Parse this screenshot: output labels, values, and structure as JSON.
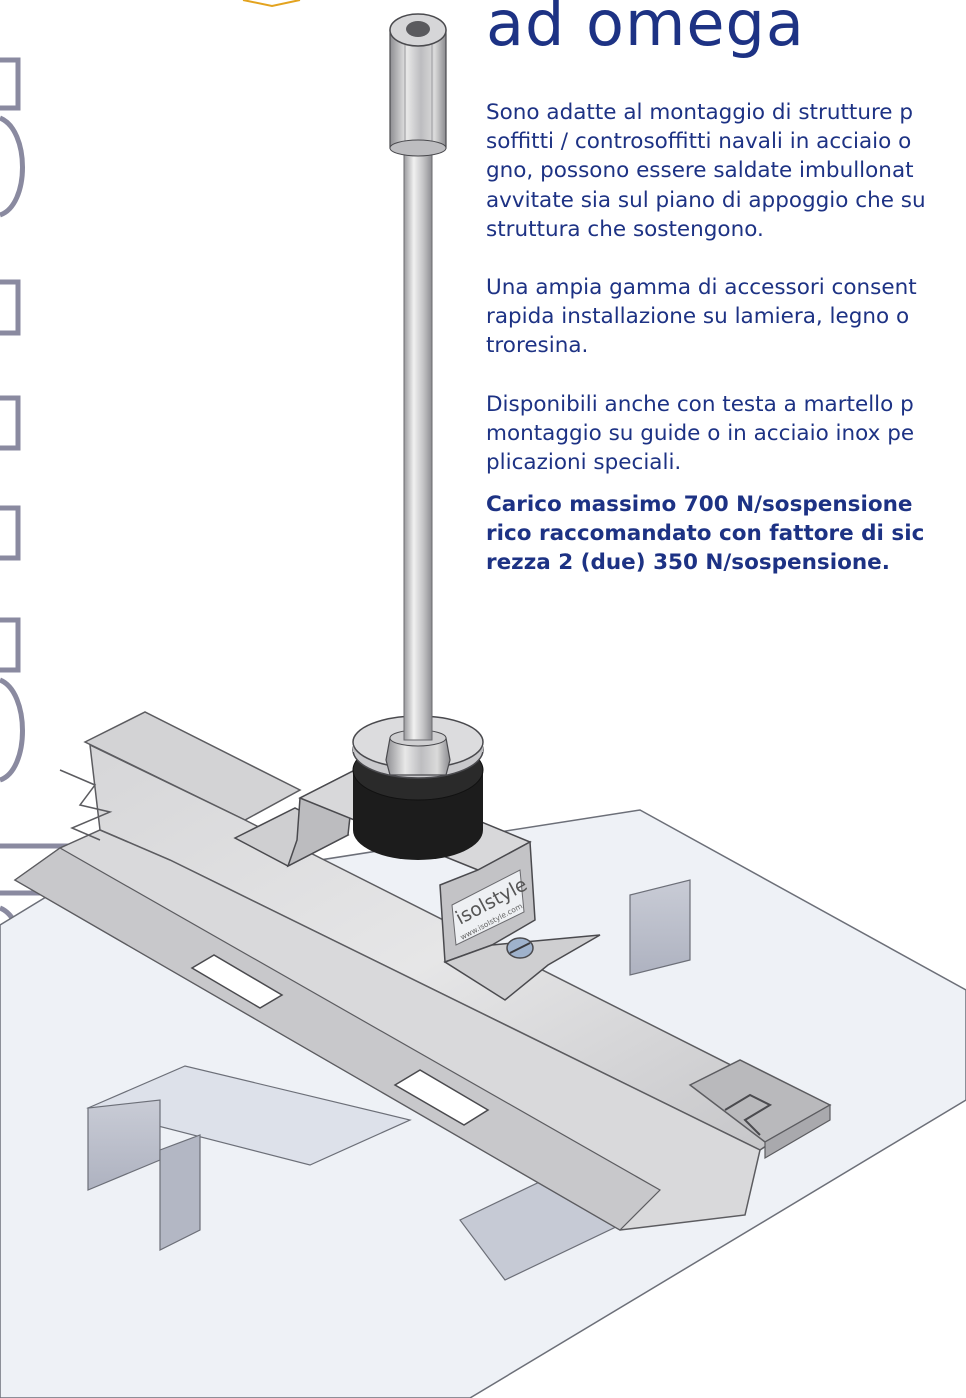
{
  "title": "ad omega",
  "paragraphs": [
    {
      "lines": [
        "Sono adatte al montaggio di strutture p",
        "soffitti / controsoffitti navali in acciaio o",
        "gno, possono essere saldate imbullonat",
        "avvitate sia sul piano di appoggio che su",
        "struttura che sostengono."
      ]
    },
    {
      "lines": [
        "Una ampia gamma di accessori consent",
        "rapida installazione su lamiera, legno o",
        "troresina."
      ]
    },
    {
      "lines": [
        "Disponibili anche con testa a martello p",
        "montaggio su guide o in acciaio inox pe",
        "plicazioni speciali."
      ]
    },
    {
      "bold": true,
      "lines": [
        "Carico massimo 700 N/sospensione",
        "rico raccomandato con fattore di sic",
        "rezza 2 (due) 350 N/sospensione."
      ]
    }
  ],
  "label": {
    "brand": "isolstyle",
    "website": "www.isolstyle.com"
  },
  "colors": {
    "text": "#1d3284",
    "frame": "#8a8aa0",
    "metal_light": "#e3e3e3",
    "metal_mid": "#c9c9cb",
    "metal_dark": "#a7a7aa",
    "rubber": "#1c1c1c",
    "plate_face": "#eef1f6"
  }
}
